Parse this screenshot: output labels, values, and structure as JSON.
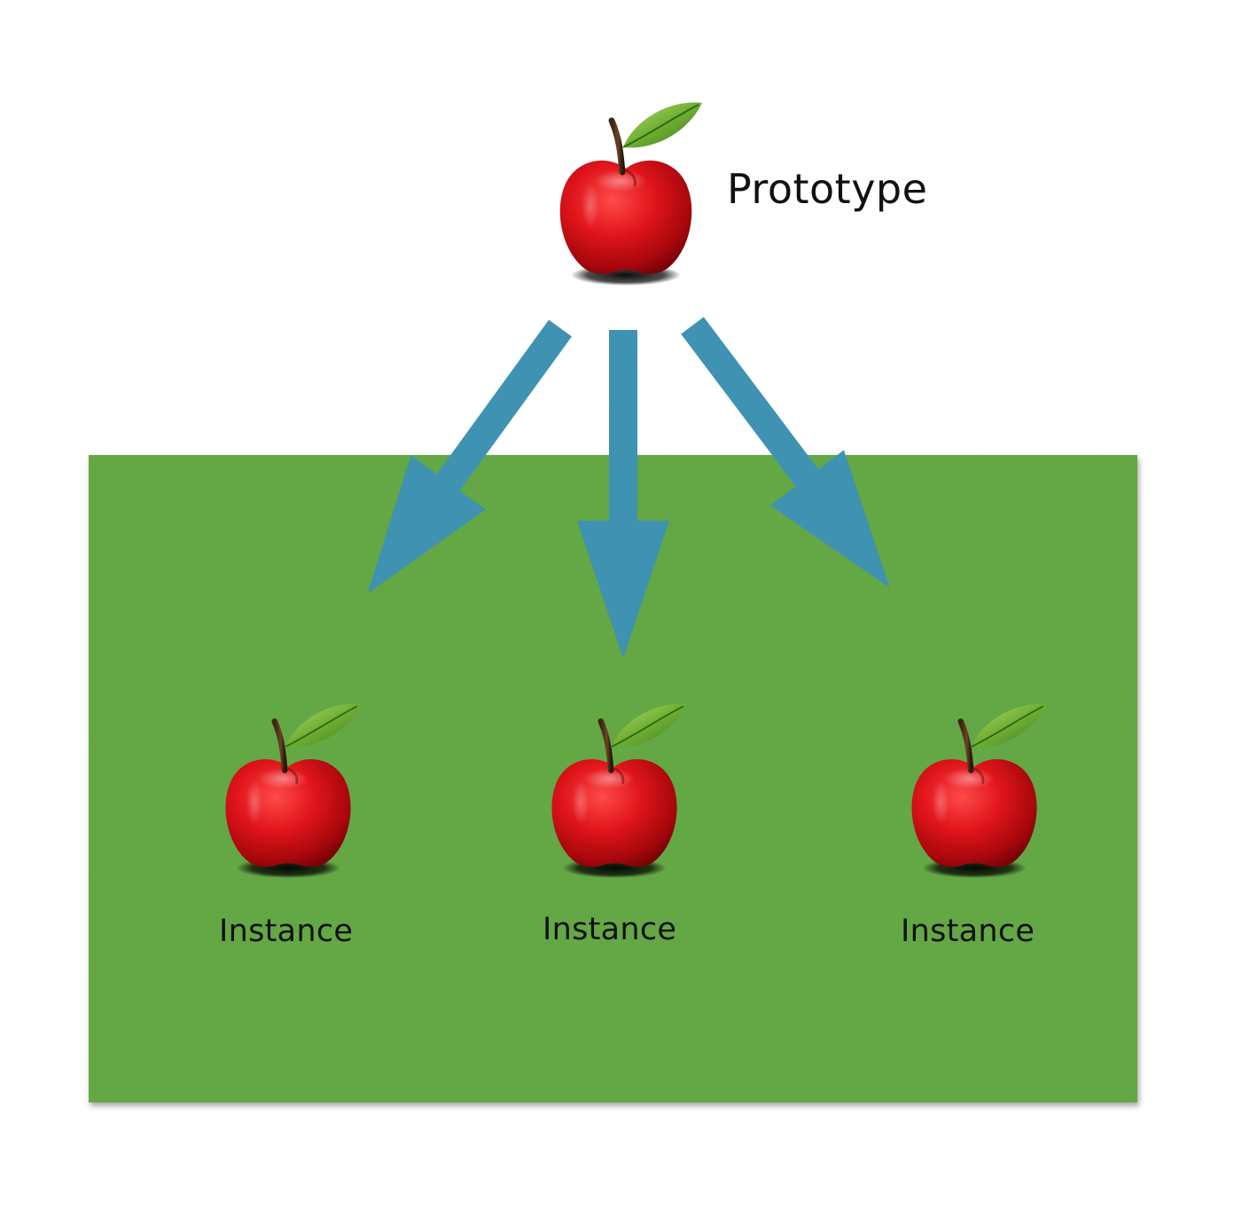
{
  "prototype": {
    "label": "Prototype",
    "icon": "apple-icon"
  },
  "instances": [
    {
      "label": "Instance",
      "icon": "apple-icon"
    },
    {
      "label": "Instance",
      "icon": "apple-icon"
    },
    {
      "label": "Instance",
      "icon": "apple-icon"
    }
  ],
  "colors": {
    "field": "#5fa53d",
    "arrow": "#3a90b0",
    "apple": "#d8141a",
    "leaf": "#5a9a2a"
  }
}
